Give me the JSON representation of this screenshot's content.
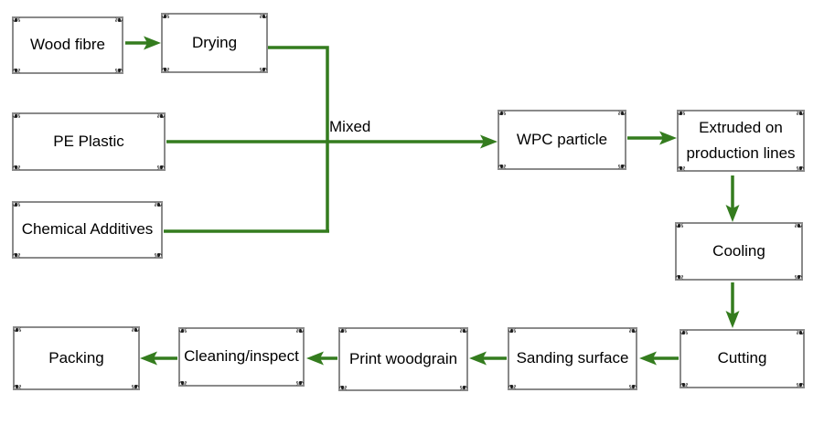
{
  "diagram": {
    "type": "flowchart",
    "subject": "WPC production process"
  },
  "colors": {
    "background": "#ffffff",
    "arrow": "#347c1e",
    "border": "#8a8a8a",
    "text": "#000000",
    "ornament": "#1c1c1c"
  },
  "labels": {
    "mixed": "Mixed"
  },
  "nodes": [
    {
      "id": "wood-fibre",
      "label": "Wood fibre"
    },
    {
      "id": "drying",
      "label": "Drying"
    },
    {
      "id": "pe-plastic",
      "label": "PE Plastic"
    },
    {
      "id": "chemical-additives",
      "label": "Chemical Additives"
    },
    {
      "id": "wpc-particle",
      "label": "WPC particle"
    },
    {
      "id": "extruded",
      "label": "Extruded on production lines"
    },
    {
      "id": "cooling",
      "label": "Cooling"
    },
    {
      "id": "cutting",
      "label": "Cutting"
    },
    {
      "id": "sanding-surface",
      "label": "Sanding surface"
    },
    {
      "id": "print-woodgrain",
      "label": "Print woodgrain"
    },
    {
      "id": "cleaning-inspect",
      "label": "Cleaning/inspect"
    },
    {
      "id": "packing",
      "label": "Packing"
    }
  ],
  "edges": [
    {
      "from": "wood-fibre",
      "to": "drying",
      "label": ""
    },
    {
      "from": "drying",
      "to": "mix-junction",
      "label": ""
    },
    {
      "from": "pe-plastic",
      "to": "mix-junction",
      "label": ""
    },
    {
      "from": "chemical-additives",
      "to": "mix-junction",
      "label": ""
    },
    {
      "from": "mix-junction",
      "to": "wpc-particle",
      "label": "Mixed"
    },
    {
      "from": "wpc-particle",
      "to": "extruded",
      "label": ""
    },
    {
      "from": "extruded",
      "to": "cooling",
      "label": ""
    },
    {
      "from": "cooling",
      "to": "cutting",
      "label": ""
    },
    {
      "from": "cutting",
      "to": "sanding-surface",
      "label": ""
    },
    {
      "from": "sanding-surface",
      "to": "print-woodgrain",
      "label": ""
    },
    {
      "from": "print-woodgrain",
      "to": "cleaning-inspect",
      "label": ""
    },
    {
      "from": "cleaning-inspect",
      "to": "packing",
      "label": ""
    }
  ]
}
